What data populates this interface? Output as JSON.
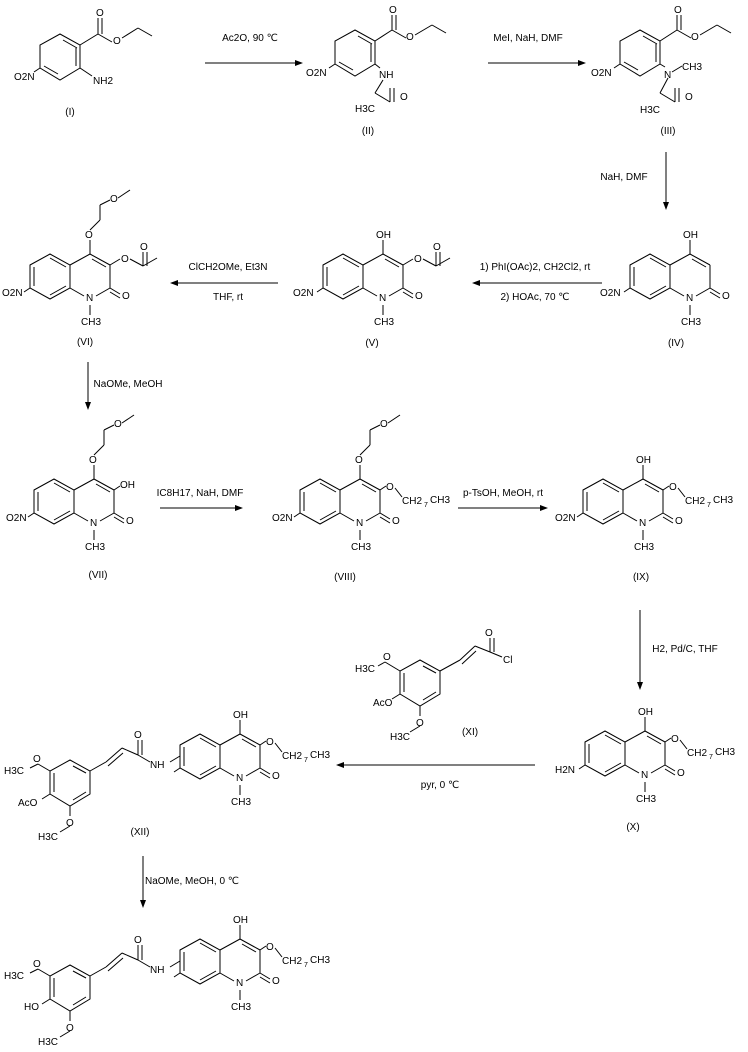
{
  "steps": [
    {
      "id": "s1",
      "top": "Ac2O, 90 ℃",
      "bottom": ""
    },
    {
      "id": "s2",
      "top": "MeI, NaH, DMF",
      "bottom": ""
    },
    {
      "id": "s3",
      "top": "NaH, DMF",
      "bottom": ""
    },
    {
      "id": "s4",
      "top": "1)  PhI(OAc)2, CH2Cl2, rt",
      "bottom": "2)  HOAc, 70 ℃"
    },
    {
      "id": "s5",
      "top": "ClCH2OMe, Et3N",
      "bottom": "THF, rt"
    },
    {
      "id": "s6",
      "top": "NaOMe, MeOH",
      "bottom": ""
    },
    {
      "id": "s7",
      "top": "IC8H17, NaH, DMF",
      "bottom": ""
    },
    {
      "id": "s8",
      "top": "p-TsOH, MeOH, rt",
      "bottom": ""
    },
    {
      "id": "s9",
      "top": "H2, Pd/C, THF",
      "bottom": ""
    },
    {
      "id": "s10",
      "top": "pyr, 0 ℃",
      "bottom": ""
    },
    {
      "id": "s11",
      "top": "NaOMe, MeOH, 0 ℃",
      "bottom": ""
    }
  ],
  "compounds": {
    "I": "(I)",
    "II": "(II)",
    "III": "(III)",
    "IV": "(IV)",
    "V": "(V)",
    "VI": "(VI)",
    "VII": "(VII)",
    "VIII": "(VIII)",
    "IX": "(IX)",
    "X": "(X)",
    "XI": "(XI)",
    "XII": "(XII)"
  },
  "atoms": {
    "O": "O",
    "N": "N",
    "OH": "OH",
    "HO": "HO",
    "NH": "NH",
    "NH2": "NH2",
    "H2N": "H2N",
    "O2N": "O2N",
    "CH3": "CH3",
    "H3C": "H3C",
    "Cl": "Cl",
    "AcO": "AcO",
    "CH2": "CH2",
    "sub7": "7"
  }
}
